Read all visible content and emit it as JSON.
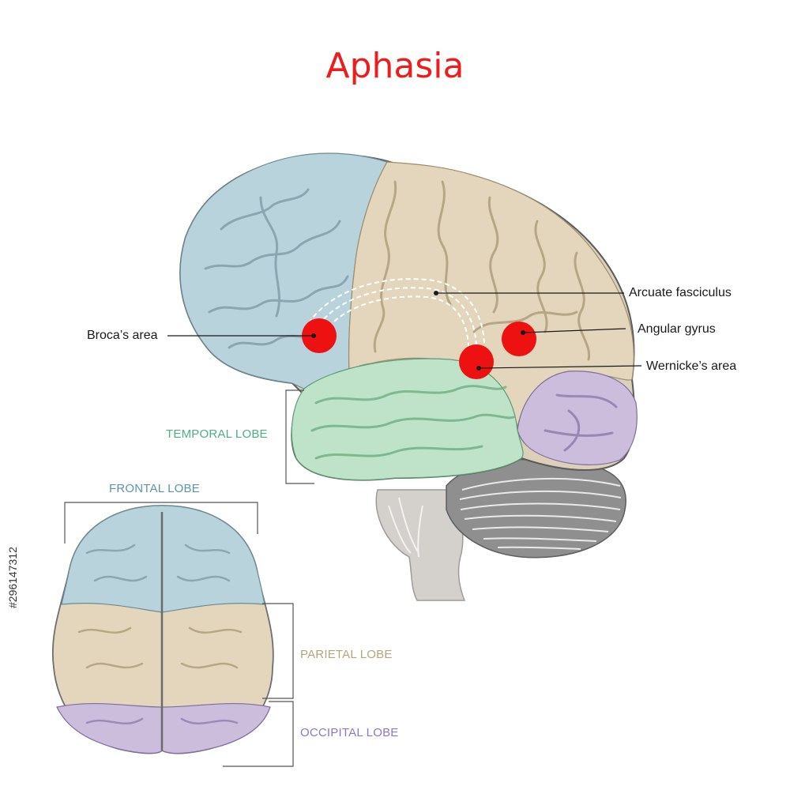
{
  "title": "Aphasia",
  "labels": {
    "arcuate": "Arcuate fasciculus",
    "broca": "Broca’s area",
    "angular": "Angular gyrus",
    "wernicke": "Wernicke’s area"
  },
  "lobes": {
    "temporal": "TEMPORAL LOBE",
    "frontal": "FRONTAL LOBE",
    "parietal": "PARIETAL LOBE",
    "occipital": "OCCIPITAL LOBE"
  },
  "watermark": "#296147312",
  "colors": {
    "title": "#ee1c1c",
    "frontal": "#b9d3dd",
    "parietal": "#e3d6bd",
    "temporal": "#bfe3c8",
    "occipital": "#cbbddb",
    "cerebellum": "#8f8f8f",
    "brainstem": "#d4d0cc",
    "marker": "#ee1111",
    "temporal_text": "#4cae83",
    "frontal_text": "#5b95a8",
    "parietal_text": "#b4a57d",
    "occipital_text": "#8a79c0"
  }
}
